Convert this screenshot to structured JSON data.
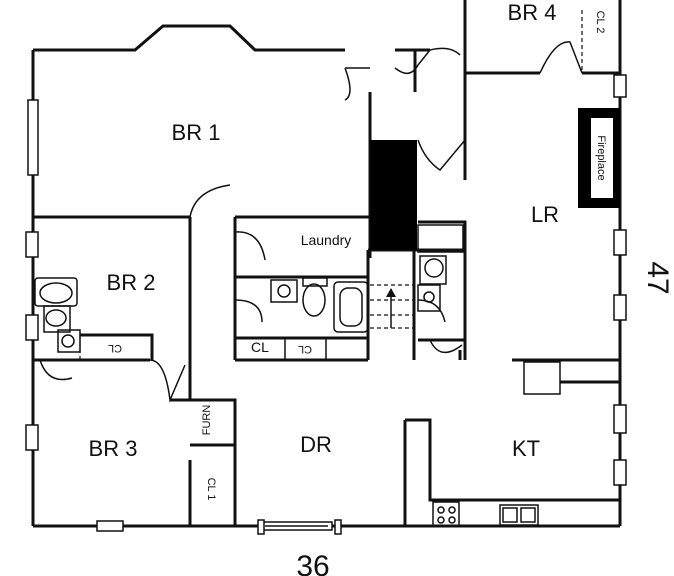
{
  "rooms": {
    "br1": "BR 1",
    "br2": "BR 2",
    "br3": "BR 3",
    "br4": "BR 4",
    "lr": "LR",
    "dr": "DR",
    "kt": "KT",
    "laundry": "Laundry",
    "fireplace": "Fireplace",
    "cl2": "CL 2",
    "cl1": "CL 1",
    "furn": "FURN",
    "cl_br2": "CL",
    "cl_hall_a": "CL",
    "cl_hall_b": "CL"
  },
  "dimensions": {
    "width": "36",
    "depth": "47"
  }
}
